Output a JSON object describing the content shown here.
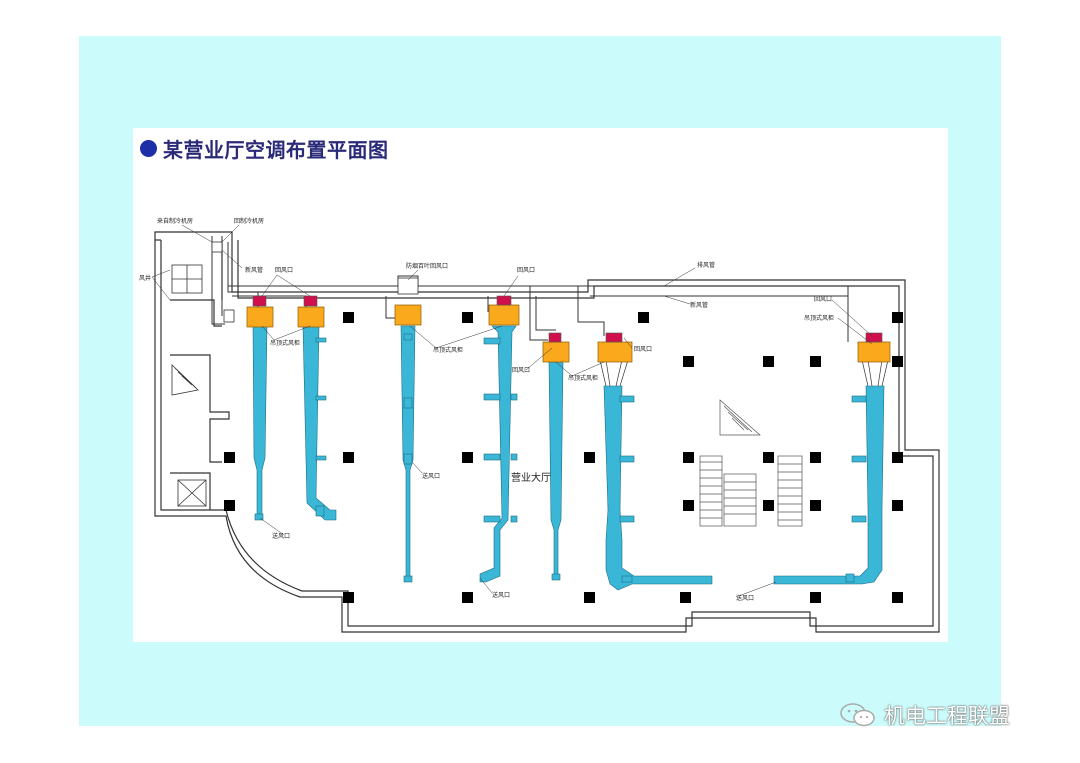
{
  "title": "某营业厅空调布置平面图",
  "labels": {
    "supply_from_plant": "来自制冷机房",
    "return_to_plant": "回制冷机房",
    "shaft": "风井",
    "riser": "新风管",
    "return_vent_1": "回风口",
    "return_vent_2": "回风口",
    "return_vent_3": "回风口",
    "return_vent_4": "回风口",
    "return_vent_5": "回风口",
    "fire_damper_return": "防烟百叶回风口",
    "exhaust_duct": "排风管",
    "fresh_air_duct": "新风管",
    "ahu_1": "吊顶式风柜",
    "ahu_2": "吊顶式风柜",
    "ahu_3": "吊顶式风柜",
    "supply_vent_1": "送风口",
    "supply_vent_2": "送风口",
    "supply_vent_3": "送风口",
    "supply_vent_4": "送风口",
    "hall": "营业大厅"
  },
  "colors": {
    "slide_bg": "#ccfbfb",
    "duct": "#3ab7d6",
    "ahu": "#f9a91b",
    "return_grille": "#d0104c",
    "column": "#000000",
    "title": "#2b2a78"
  },
  "watermark": "机电工程联盟",
  "watermark_icon": "wechat-icon"
}
